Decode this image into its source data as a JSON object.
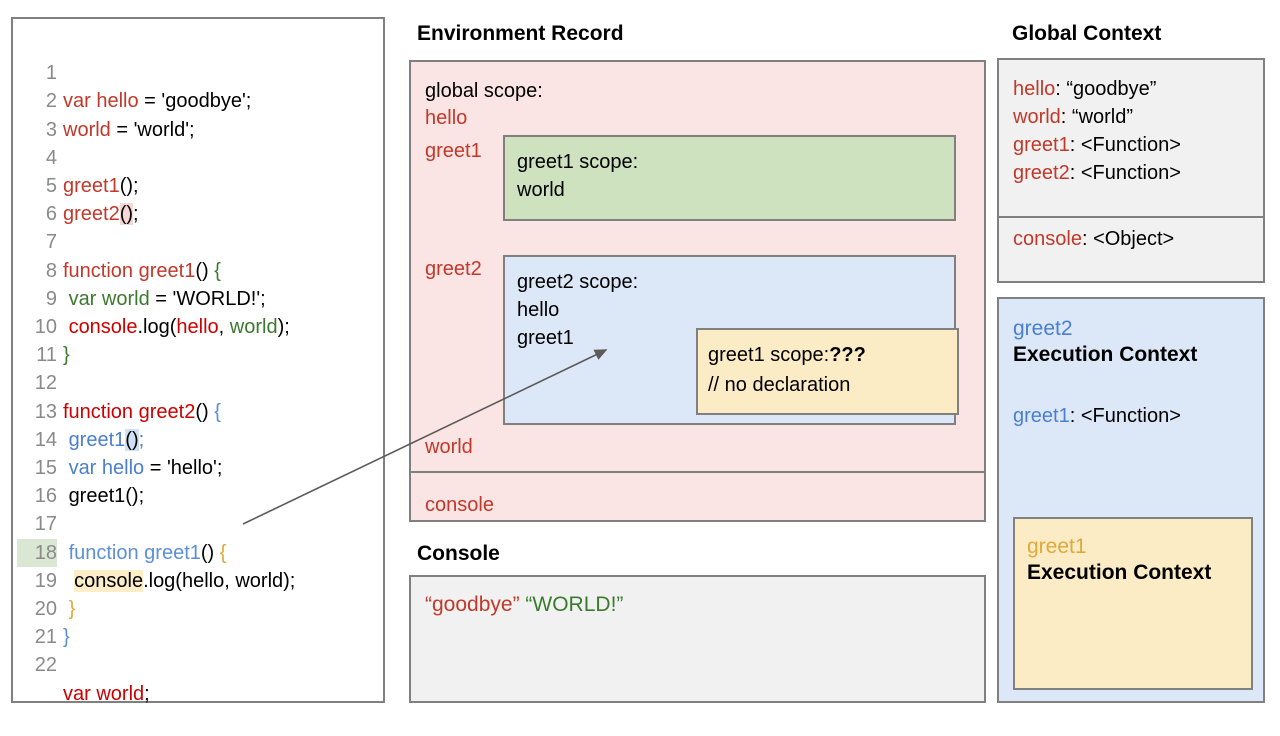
{
  "code_editor": {
    "lines": [
      {
        "num": "1",
        "text": "var hello = 'goodbye';"
      },
      {
        "num": "2",
        "text": "world = 'world';"
      },
      {
        "num": "3",
        "text": ""
      },
      {
        "num": "4",
        "text": "greet1();"
      },
      {
        "num": "5",
        "text": "greet2();"
      },
      {
        "num": "6",
        "text": ""
      },
      {
        "num": "7",
        "text": "function greet1() {"
      },
      {
        "num": "8",
        "text": "  var world = 'WORLD!';"
      },
      {
        "num": "9",
        "text": "  console.log(hello, world);"
      },
      {
        "num": "10",
        "text": "}"
      },
      {
        "num": "11",
        "text": ""
      },
      {
        "num": "12",
        "text": "function greet2() {"
      },
      {
        "num": "13",
        "text": "  greet1();"
      },
      {
        "num": "14",
        "text": "  var hello = 'hello';"
      },
      {
        "num": "15",
        "text": "  greet1();"
      },
      {
        "num": "16",
        "text": ""
      },
      {
        "num": "17",
        "text": "  function greet1() {"
      },
      {
        "num": "18",
        "text": "    console.log(hello, world);"
      },
      {
        "num": "19",
        "text": "  }"
      },
      {
        "num": "20",
        "text": "}"
      },
      {
        "num": "21",
        "text": ""
      },
      {
        "num": "22",
        "text": "var world;"
      }
    ],
    "highlighted_line": "18"
  },
  "environment_record": {
    "title": "Environment Record",
    "global_scope_label": "global scope:",
    "bindings": [
      "hello",
      "greet1",
      "greet2",
      "world"
    ],
    "console_binding": "console",
    "greet1_scope": {
      "label": "greet1 scope:",
      "bindings": [
        "world"
      ]
    },
    "greet2_scope": {
      "label": "greet2 scope:",
      "bindings": [
        "hello",
        "greet1"
      ]
    },
    "greet1_inner_scope": {
      "label": "greet1 scope:",
      "value": "???",
      "comment": "// no declaration"
    }
  },
  "console": {
    "title": "Console",
    "outputs": [
      {
        "text": "“goodbye”",
        "color": "#c0392b"
      },
      {
        "text": "“WORLD!”",
        "color": "#3b7a2e"
      }
    ]
  },
  "global_context": {
    "title": "Global Context",
    "entries": [
      {
        "name": "hello",
        "value": "“goodbye”"
      },
      {
        "name": "world",
        "value": "“world”"
      },
      {
        "name": "greet1",
        "value": "<Function>"
      },
      {
        "name": "greet2",
        "value": "<Function>"
      }
    ],
    "console_entry": {
      "name": "console",
      "value": "<Object>"
    }
  },
  "execution_contexts": {
    "greet2": {
      "name": "greet2",
      "subtitle": "Execution Context",
      "entry": {
        "name": "greet1",
        "value": "<Function>"
      }
    },
    "greet1": {
      "name": "greet1",
      "subtitle": "Execution Context"
    }
  },
  "colors": {
    "red": "#c0392b",
    "green": "#3b7a2e",
    "blue": "#5b8fd6",
    "gold": "#e0a93b",
    "pink_panel": "#fbe4e4",
    "green_panel": "#cfe2c0",
    "blue_panel": "#dce8f8",
    "yellow_panel": "#fcecc6",
    "gray_panel": "#f1f1f1",
    "border": "#808080"
  }
}
